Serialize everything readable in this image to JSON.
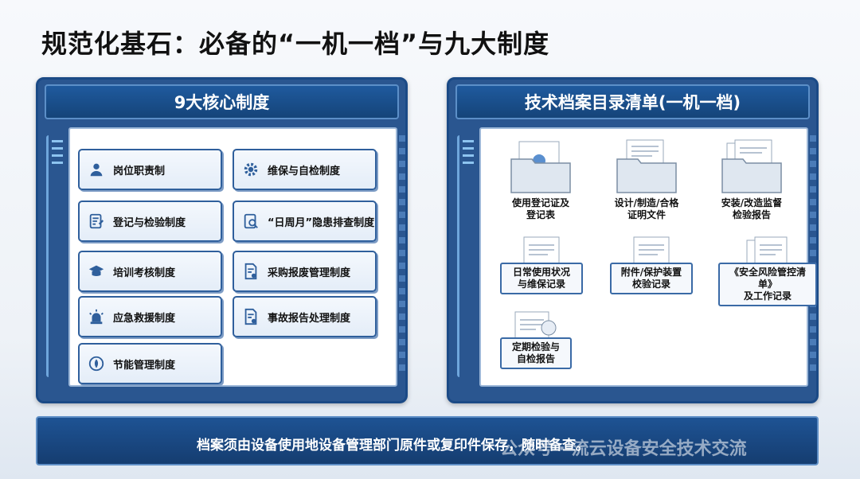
{
  "page": {
    "title": "规范化基石：必备的“一机一档”与九大制度"
  },
  "left_panel": {
    "header": "9大核心制度",
    "systems": [
      {
        "label": "岗位职责制",
        "icon": "person-icon"
      },
      {
        "label": "维保与自检制度",
        "icon": "gear-icon"
      },
      {
        "label": "登记与检验制度",
        "icon": "clipboard-edit-icon"
      },
      {
        "label": "“日周月”隐患排查制度",
        "icon": "clipboard-search-icon"
      },
      {
        "label": "培训考核制度",
        "icon": "graduation-cap-icon"
      },
      {
        "label": "采购报废管理制度",
        "icon": "document-settings-icon"
      },
      {
        "label": "应急救援制度",
        "icon": "alarm-light-icon"
      },
      {
        "label": "事故报告处理制度",
        "icon": "document-check-icon"
      },
      {
        "label": "节能管理制度",
        "icon": "leaf-icon"
      }
    ]
  },
  "right_panel": {
    "header": "技术档案目录清单(一机一档)",
    "files": [
      {
        "label": "使用登记证及\n登记表",
        "icon": "folder-certificate-icon"
      },
      {
        "label": "设计/制造/合格\n证明文件",
        "icon": "folder-documents-icon"
      },
      {
        "label": "安装/改造监督\n检验报告",
        "icon": "folder-reports-icon"
      },
      {
        "label": "日常使用状况\n与维保记录",
        "icon": "document-icon"
      },
      {
        "label": "附件/保护装置\n校验记录",
        "icon": "document-icon"
      },
      {
        "label": "《安全风险管控清单》\n及工作记录",
        "icon": "document-stack-icon"
      },
      {
        "label": "定期检验与\n自检报告",
        "icon": "document-seal-icon"
      }
    ]
  },
  "footer": {
    "text": "档案须由设备使用地设备管理部门原件或复印件保存，随时备查。",
    "watermark": "公众号 · 流云设备安全技术交流"
  },
  "colors": {
    "panel_blue": "#2a5690",
    "header_blue": "#154479",
    "card_border": "#2f5f9c"
  }
}
